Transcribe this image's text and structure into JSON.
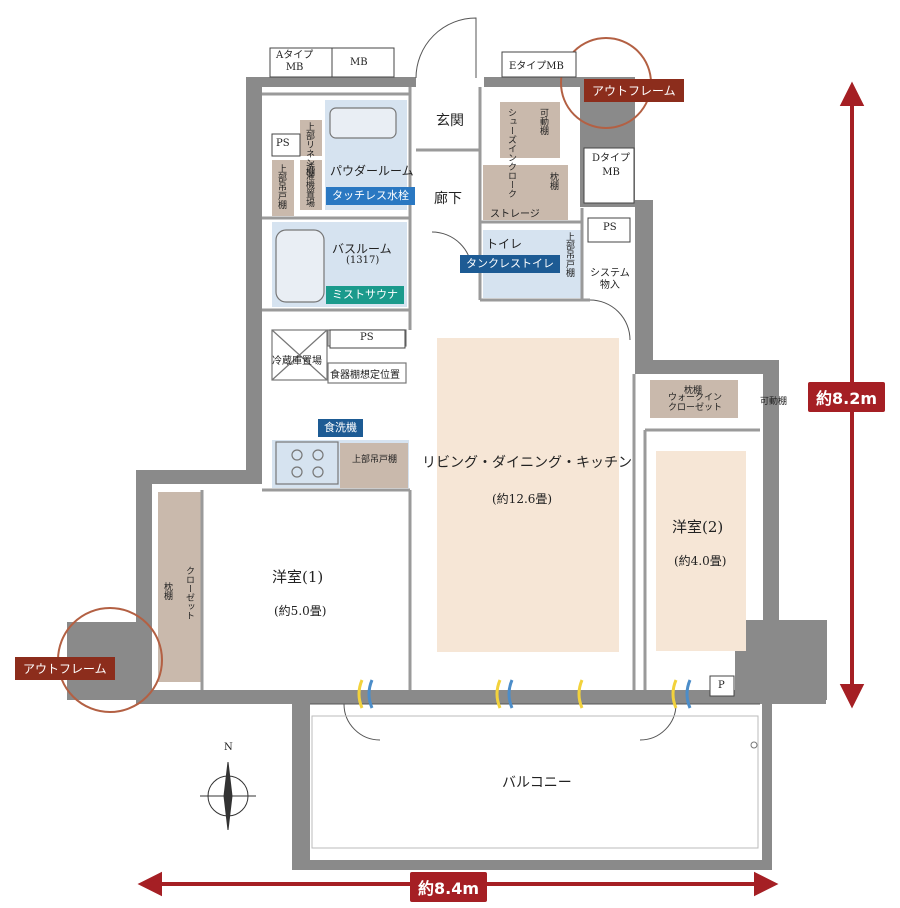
{
  "labels": {
    "mb_a": "Aタイプ\nMB",
    "mb": "MB",
    "mb_e": "EタイプMB",
    "mb_d": "Dタイプ\nMB",
    "ps": "PS",
    "p": "P",
    "genkan": "玄関",
    "roka": "廊下",
    "powder": "パウダールーム",
    "bath": "バスルーム",
    "bath_size": "(1317)",
    "storage": "ストレージ",
    "toilet": "トイレ",
    "system_mono": "システム\n物入",
    "reizoko": "冷蔵庫置場",
    "shokki": "食器棚想定位置",
    "ldk": "リビング・ダイニング・キッチン",
    "ldk_size": "(約12.6畳)",
    "room1": "洋室(1)",
    "room1_size": "(約5.0畳)",
    "room2": "洋室(2)",
    "room2_size": "(約4.0畳)",
    "balcony": "バルコニー",
    "linen": "上部リネン棚",
    "sentaku": "洗濯機置場",
    "upper_cab": "上部吊戸棚",
    "kadou": "可動棚",
    "shoes": "シューズインクローク",
    "makura": "枕棚",
    "closet": "クローゼット",
    "walkin": "ウォークイン\nクローゼット",
    "makura_walkin": "枕棚",
    "kadou_right": "可動棚",
    "north": "N"
  },
  "badges": {
    "touchless": "タッチレス水栓",
    "mist": "ミストサウナ",
    "dishwasher": "食洗機",
    "tankless": "タンクレストイレ"
  },
  "outframe": {
    "top_right": "アウトフレーム",
    "bottom_left": "アウトフレーム"
  },
  "dimensions": {
    "height": "約8.2m",
    "width": "約8.4m"
  },
  "colors": {
    "wall": "#8a8a8a",
    "wet_area": "#d6e3f0",
    "floor_accent": "#f6e6d6",
    "storage_brown": "#c9b9ac",
    "badge_blue": "#2a78c2",
    "badge_teal": "#1a9a8c",
    "badge_navy": "#1d5b94",
    "dim_red": "#a51f24",
    "frame_brown": "#8c2d1c"
  }
}
